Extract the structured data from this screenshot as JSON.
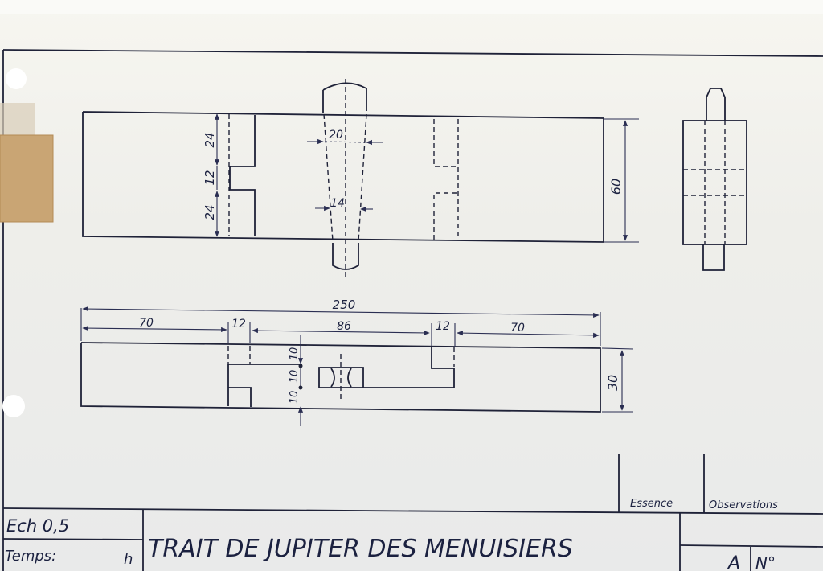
{
  "title": "TRAIT DE JUPITER DES MENUISIERS",
  "cartouche": {
    "scale": "Ech 0,5",
    "time_label": "Temps:",
    "time_unit": "h",
    "essence_label": "Essence",
    "observations_label": "Observations",
    "sheet_letter": "A",
    "number_label": "N°"
  },
  "top_view": {
    "dims": {
      "upper_notch": "24",
      "middle_notch": "12",
      "lower_notch": "24",
      "wedge_top_width": "20",
      "wedge_bottom_width": "14",
      "height": "60"
    }
  },
  "front_view": {
    "dims": {
      "overall_length": "250",
      "left_length": "70",
      "left_tenon": "12",
      "center_length": "86",
      "right_tenon": "12",
      "right_length": "70",
      "height": "30",
      "v_top": "10",
      "v_mid": "10",
      "v_bottom": "10"
    }
  }
}
